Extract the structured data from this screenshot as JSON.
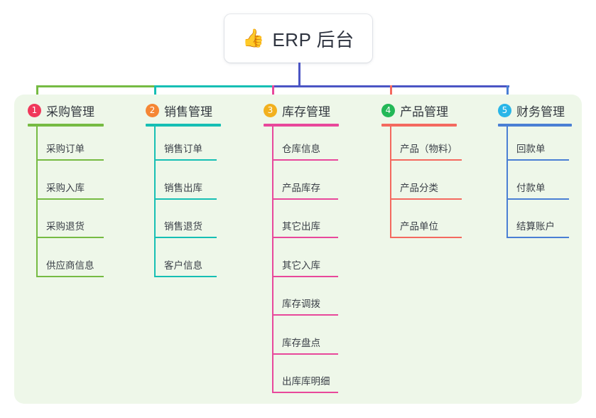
{
  "root": {
    "icon": "thumbs-up-icon",
    "emoji": "👍",
    "title": "ERP 后台"
  },
  "theme": {
    "page_background": "#ffffff",
    "card_background": "#eef7e9",
    "root_background": "#ffffff",
    "root_text": "#2f3440",
    "trunk_color": "#4b55c4"
  },
  "connector": {
    "segments": [
      {
        "name": "green-segment",
        "color": "#76bb43"
      },
      {
        "name": "teal-segment",
        "color": "#16bfb4"
      },
      {
        "name": "blue-segment",
        "color": "#4b55c4"
      }
    ]
  },
  "columns": [
    {
      "index": "1",
      "badge_number": "1",
      "badge_color": "#f0385a",
      "title": "采购管理",
      "line_color": "#76bb43",
      "items": [
        {
          "label": "采购订单"
        },
        {
          "label": "采购入库"
        },
        {
          "label": "采购退货"
        },
        {
          "label": "供应商信息"
        }
      ]
    },
    {
      "index": "2",
      "badge_number": "2",
      "badge_color": "#f58634",
      "title": "销售管理",
      "line_color": "#16bfb4",
      "items": [
        {
          "label": "销售订单"
        },
        {
          "label": "销售出库"
        },
        {
          "label": "销售退货"
        },
        {
          "label": "客户信息"
        }
      ]
    },
    {
      "index": "3",
      "badge_number": "3",
      "badge_color": "#f2b01e",
      "title": "库存管理",
      "line_color": "#e royal"
    },
    {
      "index": "4",
      "badge_number": "4",
      "badge_color": "#23b857",
      "title": "产品管理",
      "line_color": "#f4695f",
      "items": [
        {
          "label": "产品（物料）"
        },
        {
          "label": "产品分类"
        },
        {
          "label": "产品单位"
        }
      ]
    },
    {
      "index": "5",
      "badge_number": "5",
      "badge_color": "#29b6e8",
      "title": "财务管理",
      "line_color": "#4a7fd4",
      "items": [
        {
          "label": "回款单"
        },
        {
          "label": "付款单"
        },
        {
          "label": "结算账户"
        }
      ]
    }
  ],
  "column3_fix": {
    "index": "3",
    "badge_number": "3",
    "badge_color": "#f2b01e",
    "title": "库存管理",
    "line_color": "#e8489b",
    "items": [
      {
        "label": "仓库信息"
      },
      {
        "label": "产品库存"
      },
      {
        "label": "其它出库"
      },
      {
        "label": "其它入库"
      },
      {
        "label": "库存调拨"
      },
      {
        "label": "库存盘点"
      },
      {
        "label": "出库库明细"
      }
    ]
  }
}
